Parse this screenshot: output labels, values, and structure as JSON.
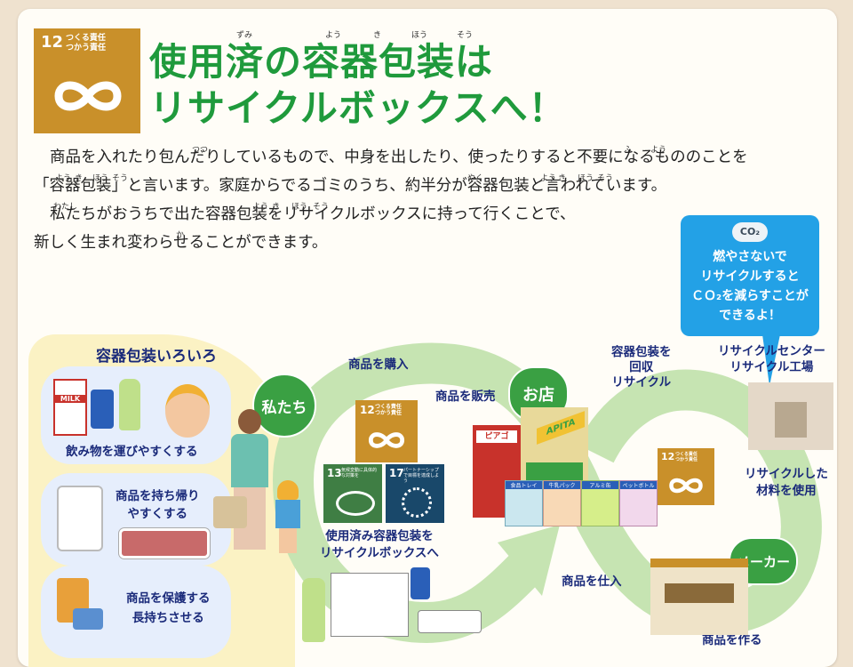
{
  "sdg_main": {
    "number": "12",
    "label_line1": "つくる責任",
    "label_line2": "つかう責任",
    "goal_color": "#c9902a"
  },
  "title": {
    "line1": "使用済の容器包装は",
    "line2": "リサイクルボックスへ！",
    "color": "#1f9a3c"
  },
  "title_ruby": [
    "ずみ",
    "よう",
    "き",
    "ほう",
    "そう"
  ],
  "body": {
    "line1": "商品を入れたり包んだりしているもので、中身を出したり、使ったりすると不要になるもののことを",
    "line2": "「容器包装」と言います。家庭からでるゴミのうち、約半分が容器包装と言われています。",
    "line3": "私たちがおうちで出た容器包装をリサイクルボックスに持って行くことで、",
    "line4": "新しく生まれ変わらせることができます。",
    "ruby": [
      "つつ",
      "ふ",
      "よう",
      "よう",
      "き",
      "ほう",
      "そう",
      "やく",
      "よう",
      "き",
      "ほう",
      "そう",
      "わたし",
      "よう",
      "き",
      "ほう",
      "そう",
      "か"
    ]
  },
  "co2_bubble": {
    "cloud": "CO₂",
    "line1": "燃やさないで",
    "line2": "リサイクルすると",
    "line3": "ＣＯ₂を減らすことが",
    "line4": "できるよ！",
    "color": "#23a1e6"
  },
  "left_panel": {
    "heading": "容器包装いろいろ",
    "item1": "飲み物を運びやすくする",
    "item2_line1": "商品を持ち帰り",
    "item2_line2": "やすくする",
    "item3_line1": "商品を保護する",
    "item3_line2": "長持ちさせる",
    "milk_label": "MILK"
  },
  "cycle": {
    "watashitachi": "私たち",
    "buy": "商品を購入",
    "sell": "商品を販売",
    "store": "お店",
    "collect_line1": "容器包装を",
    "collect_line2": "回収",
    "collect_line3": "リサイクル",
    "center_line1": "リサイクルセンター",
    "center_line2": "リサイクル工場",
    "use_line1": "リサイクルした",
    "use_line2": "材料を使用",
    "maker": "メーカー",
    "procure": "商品を仕入",
    "make": "商品を作る",
    "box_line1": "使用済み容器包装を",
    "box_line2": "リサイクルボックスへ",
    "store_sign_left": "ピアゴ",
    "store_sign_right": "APITA",
    "bins": [
      "食品トレイ",
      "牛乳パック",
      "アルミ缶",
      "ペットボトル"
    ]
  },
  "sdg13": {
    "number": "13",
    "label": "気候変動に具体的な対策を"
  },
  "sdg17": {
    "number": "17",
    "label": "パートナーシップで目標を達成しよう"
  }
}
